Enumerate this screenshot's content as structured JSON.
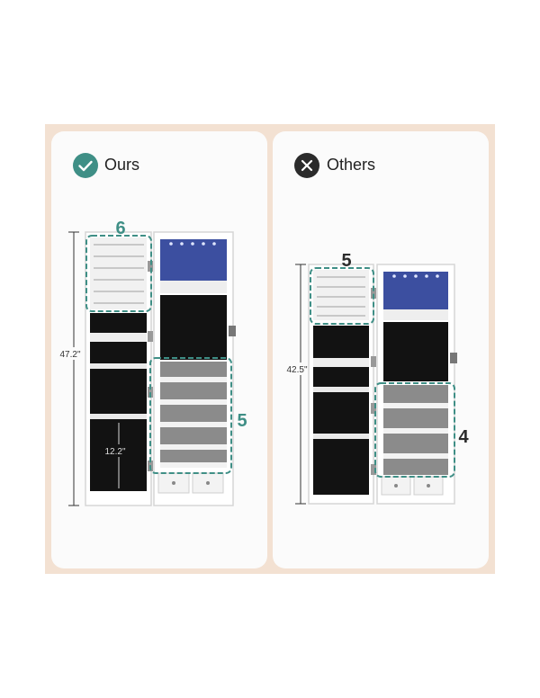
{
  "colors": {
    "accent_green": "#3f8f86",
    "dark": "#2b2b2b",
    "frame": "#f3e1d2",
    "led": "#3c4fa0"
  },
  "ours": {
    "title": "Ours",
    "icon": "check-icon",
    "height_label": "47.2\"",
    "door_count": "6",
    "shelf_count": "5",
    "inner_label": "12.2\""
  },
  "others": {
    "title": "Others",
    "icon": "x-icon",
    "height_label": "42.5\"",
    "door_count": "5",
    "shelf_count": "4"
  }
}
